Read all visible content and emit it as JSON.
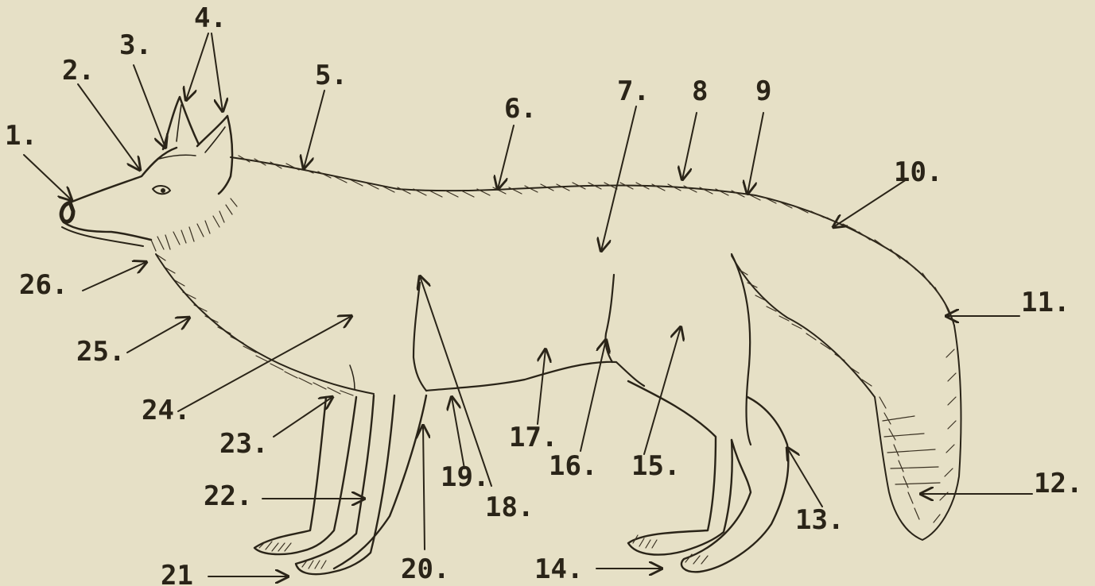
{
  "diagram": {
    "subject": "fox",
    "labels": [
      {
        "id": "1",
        "text": "1."
      },
      {
        "id": "2",
        "text": "2."
      },
      {
        "id": "3",
        "text": "3."
      },
      {
        "id": "4",
        "text": "4."
      },
      {
        "id": "5",
        "text": "5."
      },
      {
        "id": "6",
        "text": "6."
      },
      {
        "id": "7",
        "text": "7."
      },
      {
        "id": "8",
        "text": "8"
      },
      {
        "id": "9",
        "text": "9"
      },
      {
        "id": "10",
        "text": "10."
      },
      {
        "id": "11",
        "text": "11."
      },
      {
        "id": "12",
        "text": "12."
      },
      {
        "id": "13",
        "text": "13."
      },
      {
        "id": "14",
        "text": "14."
      },
      {
        "id": "15",
        "text": "15."
      },
      {
        "id": "16",
        "text": "16."
      },
      {
        "id": "17",
        "text": "17."
      },
      {
        "id": "18",
        "text": "18."
      },
      {
        "id": "19",
        "text": "19."
      },
      {
        "id": "20",
        "text": "20."
      },
      {
        "id": "21",
        "text": "21"
      },
      {
        "id": "22",
        "text": "22."
      },
      {
        "id": "23",
        "text": "23."
      },
      {
        "id": "24",
        "text": "24."
      },
      {
        "id": "25",
        "text": "25."
      },
      {
        "id": "26",
        "text": "26."
      }
    ]
  }
}
